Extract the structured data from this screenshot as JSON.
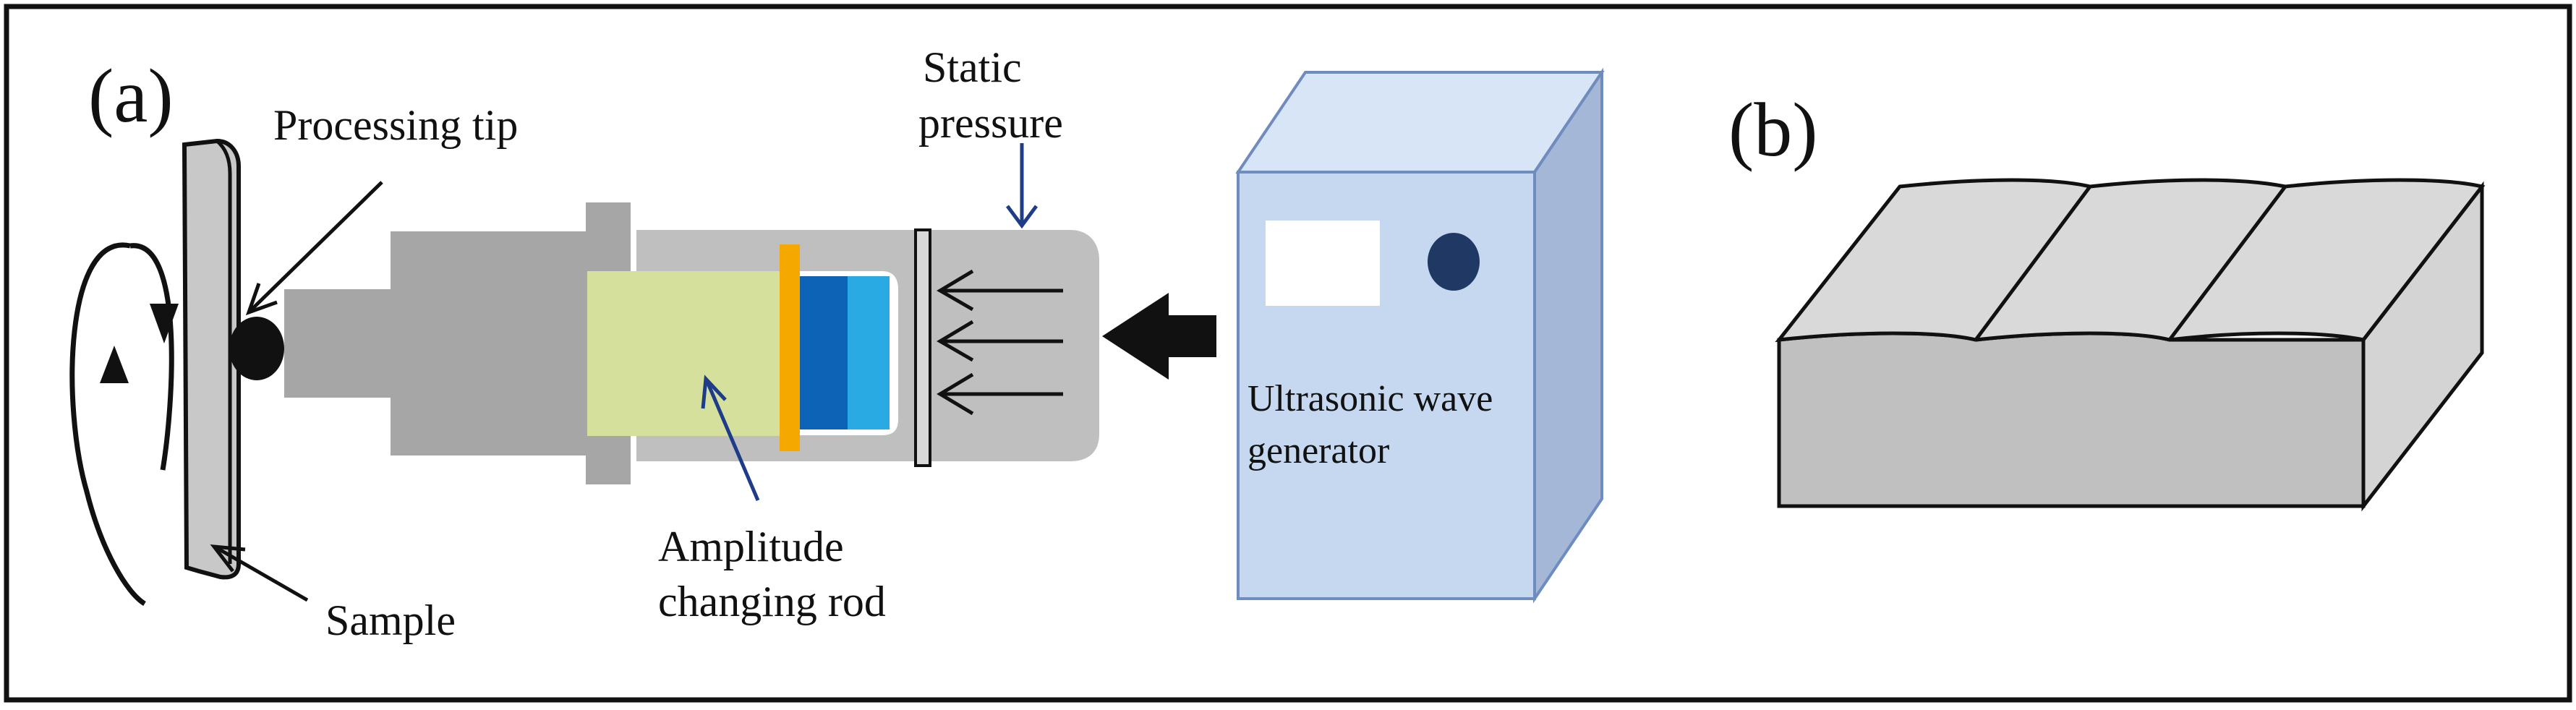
{
  "panel_a": {
    "panel_label": "(a)",
    "labels": {
      "processing_tip": "Processing tip",
      "static_pressure_line1": "Static",
      "static_pressure_line2": "pressure",
      "amplitude_line1": "Amplitude",
      "amplitude_line2": "changing  rod",
      "sample": "Sample",
      "generator_line1": "Ultrasonic wave",
      "generator_line2": "generator"
    }
  },
  "panel_b": {
    "panel_label": "(b)"
  },
  "colors": {
    "frame": "#111111",
    "sample_disk": "#c8c8c8",
    "horn": "#a6a6a6",
    "housing": "#bfbfbf",
    "amplitude_rod": "#d4e09b",
    "orange_ring": "#f5a800",
    "blue_dark": "#0d63b5",
    "blue_light": "#2aaae2",
    "generator_front": "#c5d8f0",
    "generator_top": "#d7e5f7",
    "generator_side": "#a4b7d6",
    "generator_knob": "#1f3864",
    "block_top": "#d9d9d9",
    "block_front": "#c0c0c0",
    "block_side": "#d4d4d4",
    "pointer_blue": "#1f3c88"
  }
}
